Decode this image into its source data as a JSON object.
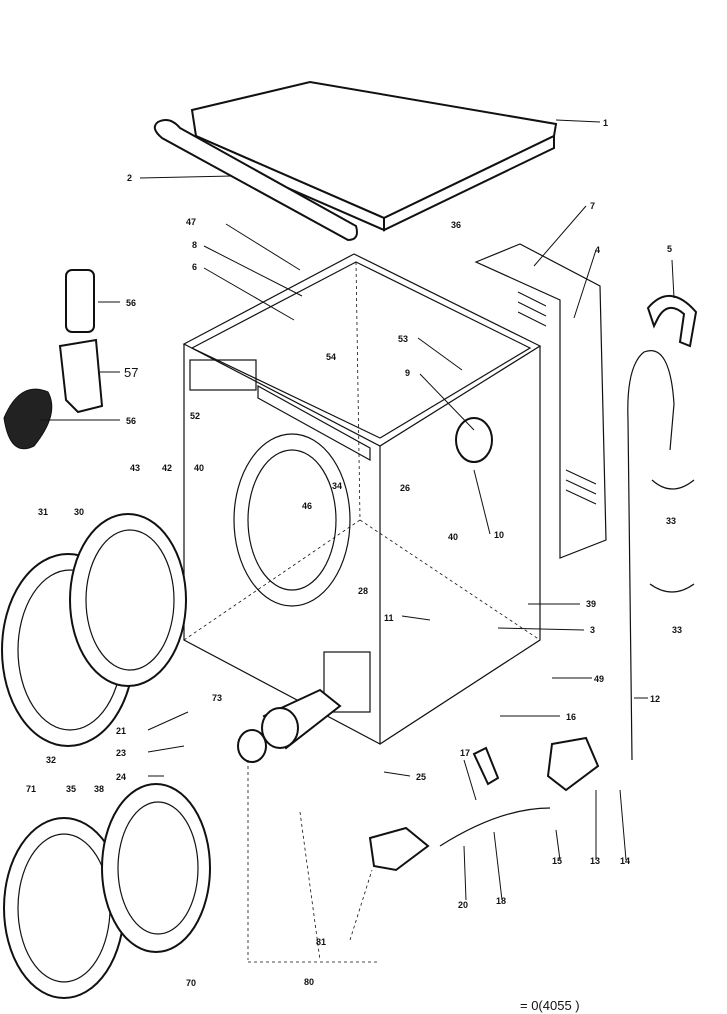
{
  "diagram": {
    "callouts": [
      {
        "id": "c1",
        "text": "1"
      },
      {
        "id": "c2",
        "text": "2"
      },
      {
        "id": "c7",
        "text": "7"
      },
      {
        "id": "c4",
        "text": "4"
      },
      {
        "id": "c5",
        "text": "5"
      },
      {
        "id": "c36",
        "text": "36"
      },
      {
        "id": "c47",
        "text": "47"
      },
      {
        "id": "c8",
        "text": "8"
      },
      {
        "id": "c6",
        "text": "6"
      },
      {
        "id": "c56a",
        "text": "56"
      },
      {
        "id": "c57",
        "text": "57"
      },
      {
        "id": "c56b",
        "text": "56"
      },
      {
        "id": "c53",
        "text": "53"
      },
      {
        "id": "c54",
        "text": "54"
      },
      {
        "id": "c52",
        "text": "52"
      },
      {
        "id": "c9",
        "text": "9"
      },
      {
        "id": "c10",
        "text": "10"
      },
      {
        "id": "c33a",
        "text": "33"
      },
      {
        "id": "c33b",
        "text": "33"
      },
      {
        "id": "c43",
        "text": "43"
      },
      {
        "id": "c42",
        "text": "42"
      },
      {
        "id": "c40a",
        "text": "40"
      },
      {
        "id": "c34",
        "text": "34"
      },
      {
        "id": "c46",
        "text": "46"
      },
      {
        "id": "c26",
        "text": "26"
      },
      {
        "id": "c40b",
        "text": "40"
      },
      {
        "id": "c31",
        "text": "31"
      },
      {
        "id": "c30",
        "text": "30"
      },
      {
        "id": "c39",
        "text": "39"
      },
      {
        "id": "c3",
        "text": "3"
      },
      {
        "id": "c11",
        "text": "11"
      },
      {
        "id": "c28",
        "text": "28"
      },
      {
        "id": "c49",
        "text": "49"
      },
      {
        "id": "c12",
        "text": "12"
      },
      {
        "id": "c73",
        "text": "73"
      },
      {
        "id": "c32",
        "text": "32"
      },
      {
        "id": "c16",
        "text": "16"
      },
      {
        "id": "c21",
        "text": "21"
      },
      {
        "id": "c23",
        "text": "23"
      },
      {
        "id": "c24",
        "text": "24"
      },
      {
        "id": "c25",
        "text": "25"
      },
      {
        "id": "c17",
        "text": "17"
      },
      {
        "id": "c71",
        "text": "71"
      },
      {
        "id": "c35",
        "text": "35"
      },
      {
        "id": "c38",
        "text": "38"
      },
      {
        "id": "c15",
        "text": "15"
      },
      {
        "id": "c13",
        "text": "13"
      },
      {
        "id": "c14",
        "text": "14"
      },
      {
        "id": "c20",
        "text": "20"
      },
      {
        "id": "c18",
        "text": "18"
      },
      {
        "id": "c81",
        "text": "81"
      },
      {
        "id": "c80",
        "text": "80"
      },
      {
        "id": "c70",
        "text": "70"
      }
    ],
    "footer_code": "= 0(4055 )"
  }
}
